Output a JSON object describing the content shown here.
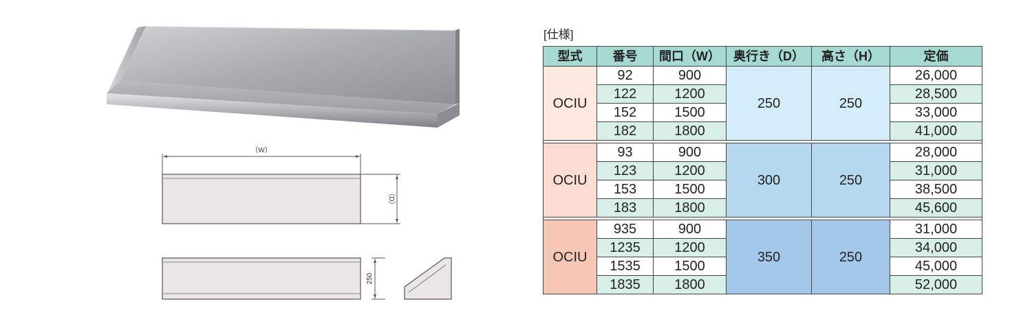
{
  "figure": {
    "dim_w": "（W）",
    "dim_d": "（D）",
    "dim_h": "250"
  },
  "spec": {
    "title": "[仕様]",
    "headers": [
      "型式",
      "番号",
      "間口（W）",
      "奥行き（D）",
      "高さ（H）",
      "定価"
    ],
    "groups": [
      {
        "model": "OCIU",
        "depth": "250",
        "height": "250",
        "rows": [
          {
            "no": "92",
            "width": "900",
            "price": "26,000"
          },
          {
            "no": "122",
            "width": "1200",
            "price": "28,500"
          },
          {
            "no": "152",
            "width": "1500",
            "price": "33,000"
          },
          {
            "no": "182",
            "width": "1800",
            "price": "41,000"
          }
        ]
      },
      {
        "model": "OCIU",
        "depth": "300",
        "height": "250",
        "rows": [
          {
            "no": "93",
            "width": "900",
            "price": "28,000"
          },
          {
            "no": "123",
            "width": "1200",
            "price": "31,000"
          },
          {
            "no": "153",
            "width": "1500",
            "price": "38,500"
          },
          {
            "no": "183",
            "width": "1800",
            "price": "45,600"
          }
        ]
      },
      {
        "model": "OCIU",
        "depth": "350",
        "height": "250",
        "rows": [
          {
            "no": "935",
            "width": "900",
            "price": "31,000"
          },
          {
            "no": "1235",
            "width": "1200",
            "price": "34,000"
          },
          {
            "no": "1535",
            "width": "1500",
            "price": "45,000"
          },
          {
            "no": "1835",
            "width": "1800",
            "price": "52,000"
          }
        ]
      }
    ]
  }
}
